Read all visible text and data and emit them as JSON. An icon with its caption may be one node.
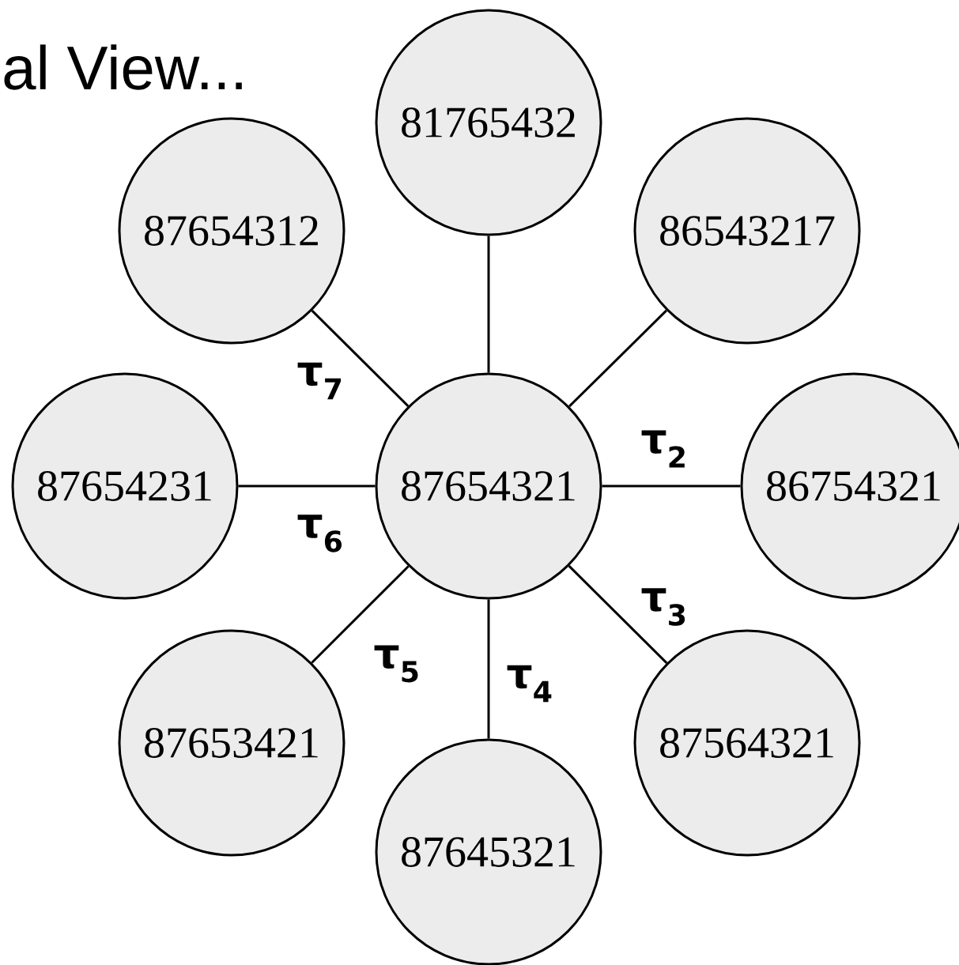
{
  "diagram": {
    "title": "al View...",
    "nodes": [
      {
        "text": [
          "81765432"
        ]
      },
      {
        "text": [
          "87654312"
        ]
      },
      {
        "text": [
          "86543217"
        ]
      },
      {
        "text": [
          "87654231"
        ]
      },
      {
        "text": [
          "87654321"
        ]
      },
      {
        "text": [
          "86754321"
        ]
      },
      {
        "text": [
          "87653421"
        ]
      },
      {
        "text": [
          "87564321"
        ]
      },
      {
        "text": [
          "87645321"
        ]
      }
    ],
    "edges": [
      {
        "from": 4,
        "to": 0,
        "arrow": "none"
      },
      {
        "from": 4,
        "to": 2,
        "arrow": "none"
      },
      {
        "from": 4,
        "to": 5,
        "arrow": "none",
        "label": "τ$_{2}$"
      },
      {
        "from": 4,
        "to": 7,
        "arrow": "none",
        "label": "τ$_{3}$"
      },
      {
        "from": 4,
        "to": 8,
        "arrow": "none",
        "label": "τ$_{4}$"
      },
      {
        "from": 4,
        "to": 6,
        "arrow": "none",
        "label": "τ$_{5}$"
      },
      {
        "from": 4,
        "to": 3,
        "arrow": "none",
        "label": "τ$_{6}$"
      },
      {
        "from": 4,
        "to": 1,
        "arrow": "none",
        "label": "τ$_{7}$"
      }
    ]
  }
}
